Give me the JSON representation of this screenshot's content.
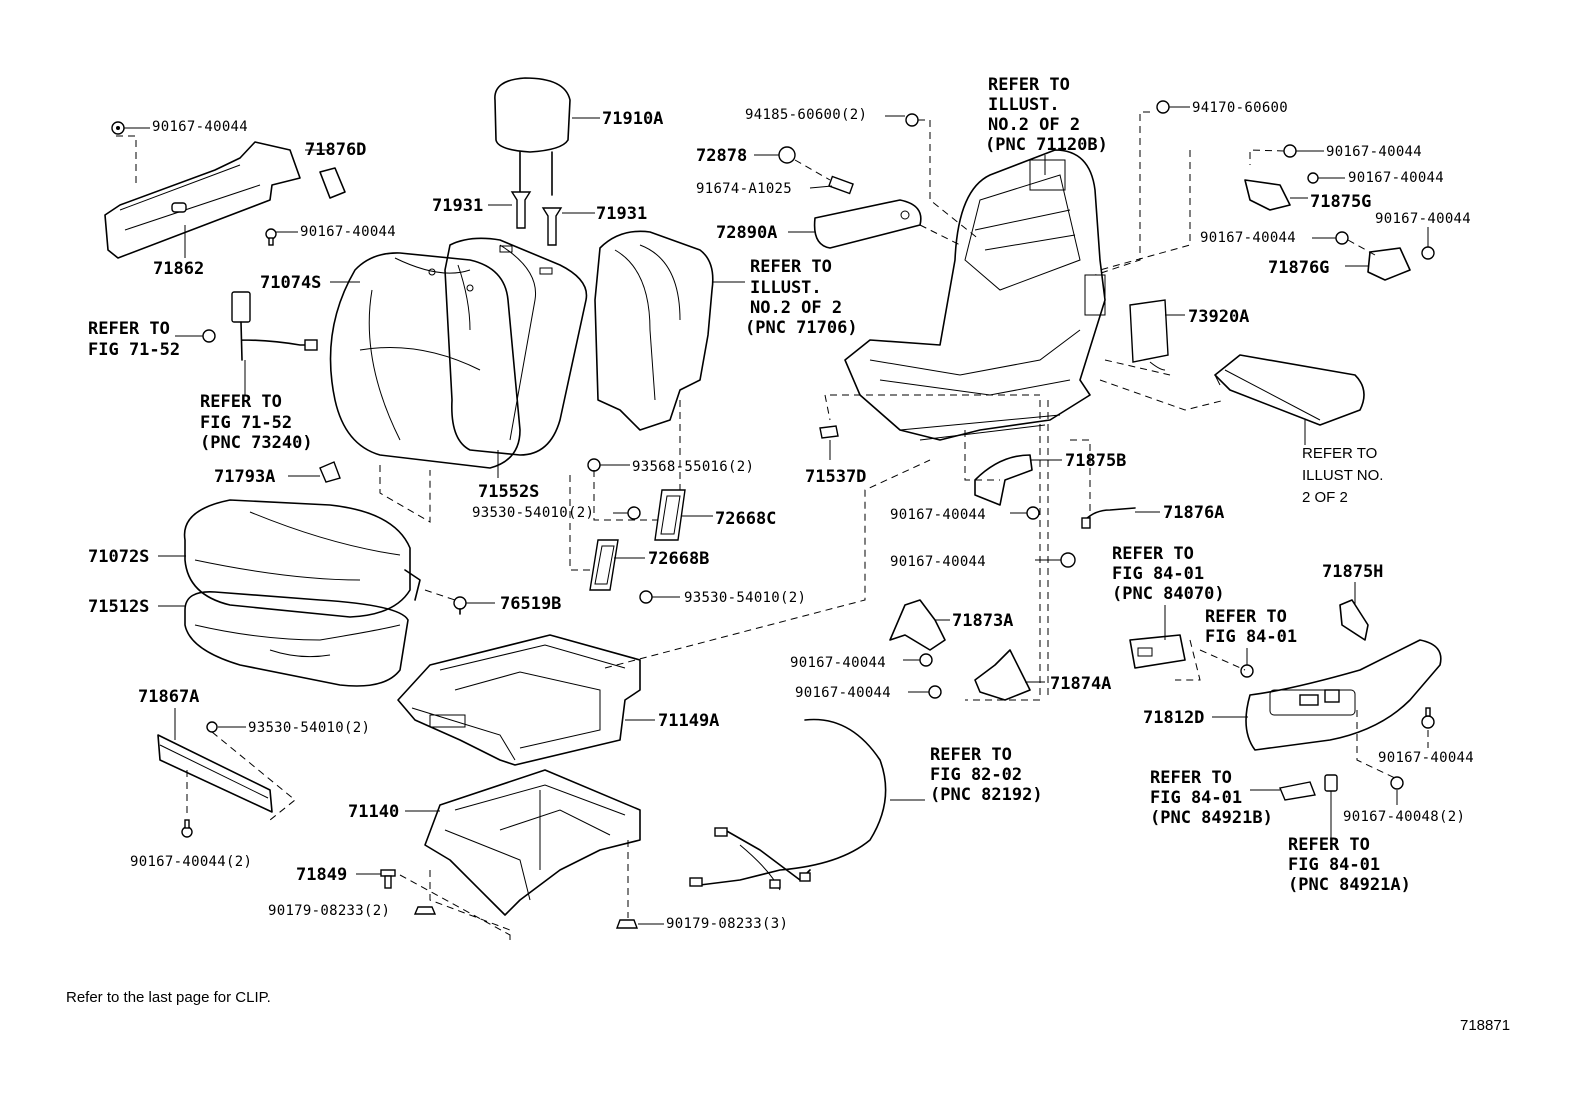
{
  "diagram": {
    "part_numbers": {
      "p71910A": "71910A",
      "p71931_l": "71931",
      "p71931_r": "71931",
      "p71876D": "71876D",
      "p71862": "71862",
      "p71074S": "71074S",
      "p71552S": "71552S",
      "p71793A": "71793A",
      "p71072S": "71072S",
      "p71512S": "71512S",
      "p76519B": "76519B",
      "p72668C": "72668C",
      "p72668B": "72668B",
      "p72878": "72878",
      "p72890A": "72890A",
      "p71537D": "71537D",
      "p71875B": "71875B",
      "p71876A": "71876A",
      "p71873A": "71873A",
      "p71874A": "71874A",
      "p71149A": "71149A",
      "p71140": "71140",
      "p71849": "71849",
      "p71867A": "71867A",
      "p73920A": "73920A",
      "p71875G": "71875G",
      "p71876G": "71876G",
      "p71875H": "71875H",
      "p71812D": "71812D"
    },
    "fasteners": {
      "f1": "90167-40044",
      "f2": "90167-40044",
      "f3": "94185-60600(2)",
      "f4": "91674-A1025",
      "f5": "93568-55016(2)",
      "f6": "93530-54010(2)",
      "f7": "93530-54010(2)",
      "f8": "93530-54010(2)",
      "f9": "90167-40044(2)",
      "f10": "90179-08233(2)",
      "f11": "90179-08233(3)",
      "f12": "90167-40044",
      "f13": "90167-40044",
      "f14": "90167-40044",
      "f15": "90167-40044",
      "f16": "94170-60600",
      "f17": "90167-40044",
      "f18": "90167-40044",
      "f19": "90167-40044",
      "f20": "90167-40044",
      "f21": "90167-40044",
      "f22": "90167-40048(2)"
    },
    "refs": {
      "r1": [
        "REFER TO",
        "FIG 71-52"
      ],
      "r2": [
        "REFER TO",
        "FIG 71-52",
        "(PNC 73240)"
      ],
      "r3": [
        "REFER TO",
        "ILLUST.",
        "NO.2 OF 2",
        "(PNC 71706)"
      ],
      "r4": [
        "REFER TO",
        "ILLUST.",
        "NO.2 OF 2",
        "(PNC 71120B)"
      ],
      "r5": [
        "REFER TO",
        "FIG 82-02",
        "(PNC 82192)"
      ],
      "r6": [
        "REFER TO",
        "FIG 84-01",
        "(PNC 84070)"
      ],
      "r7": [
        "REFER TO",
        "FIG 84-01"
      ],
      "r8": [
        "REFER TO",
        "FIG 84-01",
        "(PNC 84921B)"
      ],
      "r9": [
        "REFER TO",
        "FIG 84-01",
        "(PNC 84921A)"
      ],
      "r10": [
        "REFER TO",
        "ILLUST NO.",
        "2 OF 2"
      ]
    },
    "footer_note": "Refer to the last page for CLIP.",
    "figure_id": "718871"
  }
}
